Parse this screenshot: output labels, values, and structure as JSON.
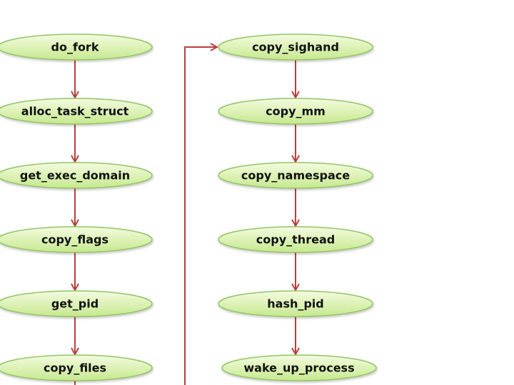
{
  "diagram": {
    "type": "flowchart",
    "colors": {
      "node_fill_light": "#f4fbe0",
      "node_fill_dark": "#c6e88e",
      "node_stroke": "#93c565",
      "edge": "#b8403e"
    },
    "columns": [
      {
        "nodes": [
          {
            "id": "do_fork",
            "label": "do_fork"
          },
          {
            "id": "alloc_task_struct",
            "label": "alloc_task_struct"
          },
          {
            "id": "get_exec_domain",
            "label": "get_exec_domain"
          },
          {
            "id": "copy_flags",
            "label": "copy_flags"
          },
          {
            "id": "get_pid",
            "label": "get_pid"
          },
          {
            "id": "copy_files",
            "label": "copy_files"
          }
        ]
      },
      {
        "nodes": [
          {
            "id": "copy_sighand",
            "label": "copy_sighand"
          },
          {
            "id": "copy_mm",
            "label": "copy_mm"
          },
          {
            "id": "copy_namespace",
            "label": "copy_namespace"
          },
          {
            "id": "copy_thread",
            "label": "copy_thread"
          },
          {
            "id": "hash_pid",
            "label": "hash_pid"
          },
          {
            "id": "wake_up_process",
            "label": "wake_up_process"
          }
        ]
      }
    ],
    "edges": [
      {
        "from": "do_fork",
        "to": "alloc_task_struct"
      },
      {
        "from": "alloc_task_struct",
        "to": "get_exec_domain"
      },
      {
        "from": "get_exec_domain",
        "to": "copy_flags"
      },
      {
        "from": "copy_flags",
        "to": "get_pid"
      },
      {
        "from": "get_pid",
        "to": "copy_files"
      },
      {
        "from": "copy_files",
        "to": "copy_sighand"
      },
      {
        "from": "copy_sighand",
        "to": "copy_mm"
      },
      {
        "from": "copy_mm",
        "to": "copy_namespace"
      },
      {
        "from": "copy_namespace",
        "to": "copy_thread"
      },
      {
        "from": "copy_thread",
        "to": "hash_pid"
      },
      {
        "from": "hash_pid",
        "to": "wake_up_process"
      }
    ]
  }
}
